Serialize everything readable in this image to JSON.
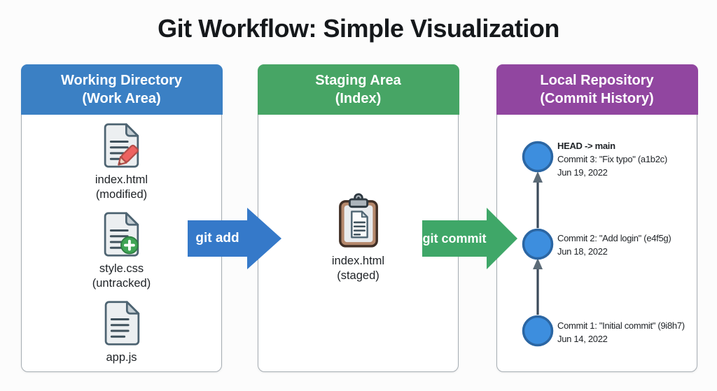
{
  "title": "Git Workflow: Simple Visualization",
  "panels": {
    "working": {
      "title_line1": "Working Directory",
      "title_line2": "(Work Area)",
      "header_color": "#3b80c4",
      "files": [
        {
          "name": "index.html",
          "status": "(modified)",
          "badge": "pencil-modified"
        },
        {
          "name": "style.css",
          "status": "(untracked)",
          "badge": "plus-untracked"
        },
        {
          "name": "app.js",
          "status": "",
          "badge": "none"
        }
      ]
    },
    "staging": {
      "title_line1": "Staging Area",
      "title_line2": "(Index)",
      "header_color": "#47a565",
      "file": {
        "name": "index.html",
        "status": "(staged)"
      }
    },
    "repository": {
      "title_line1": "Local Repository",
      "title_line2": "(Commit History)",
      "header_color": "#9146a0",
      "commits": [
        {
          "ref": "HEAD -> main",
          "message": "Commit 3: \"Fix typo\" (a1b2c)",
          "date": "Jun 19, 2022"
        },
        {
          "ref": "",
          "message": "Commit 2: \"Add login\" (e4f5g)",
          "date": "Jun 18, 2022"
        },
        {
          "ref": "",
          "message": "Commit 1: \"Initial commit\" (9i8h7)",
          "date": "Jun 14, 2022"
        }
      ]
    }
  },
  "arrows": {
    "add": {
      "label": "git add",
      "color": "#3579c9"
    },
    "commit": {
      "label": "git commit",
      "color": "#3fa768"
    }
  },
  "colors": {
    "commit_node_fill": "#3d8ede",
    "commit_node_border": "#2b66a3",
    "graph_line": "#3b4a5a",
    "panel_border": "#a6adb3"
  }
}
